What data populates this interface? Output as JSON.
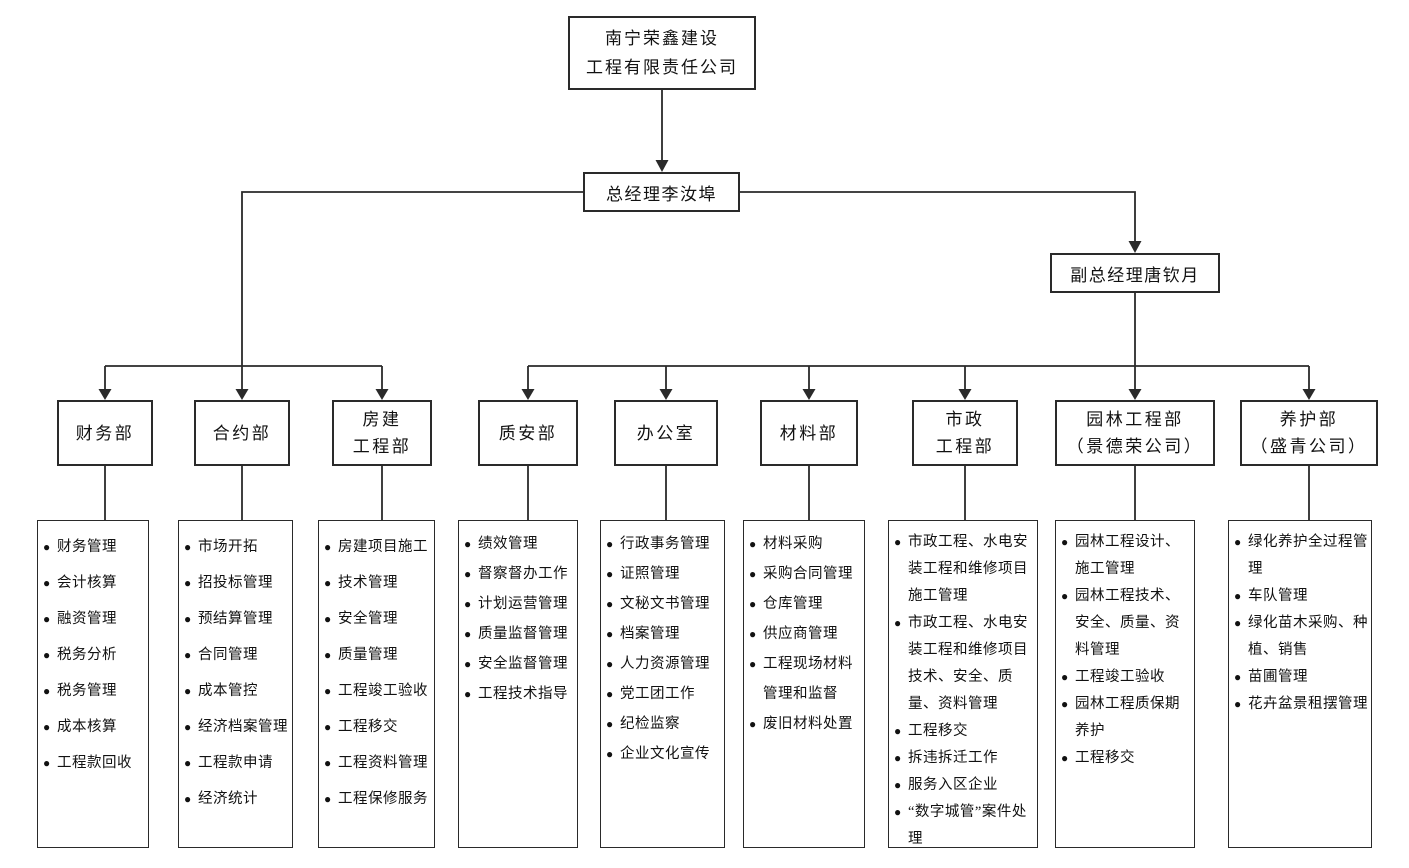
{
  "company": {
    "name_lines": [
      "南宁荣鑫建设",
      "工程有限责任公司"
    ]
  },
  "general_manager": {
    "label": "总经理李汝埠"
  },
  "deputy_general_manager": {
    "label": "副总经理唐钦月"
  },
  "bullet": "●",
  "colors": {
    "line": "#2a2a2a",
    "background": "#ffffff",
    "text": "#111111"
  },
  "departments": [
    {
      "name_lines": [
        "财务部"
      ],
      "duties": [
        "财务管理",
        "会计核算",
        "融资管理",
        "税务分析",
        "税务管理",
        "成本核算",
        "工程款回收"
      ]
    },
    {
      "name_lines": [
        "合约部"
      ],
      "duties": [
        "市场开拓",
        "招投标管理",
        "预结算管理",
        "合同管理",
        "成本管控",
        "经济档案管理",
        "工程款申请",
        "经济统计"
      ]
    },
    {
      "name_lines": [
        "房建",
        "工程部"
      ],
      "duties": [
        "房建项目施工",
        "技术管理",
        "安全管理",
        "质量管理",
        "工程竣工验收",
        "工程移交",
        "工程资料管理",
        "工程保修服务"
      ]
    },
    {
      "name_lines": [
        "质安部"
      ],
      "duties": [
        "绩效管理",
        "督察督办工作",
        "计划运营管理",
        "质量监督管理",
        "安全监督管理",
        "工程技术指导"
      ]
    },
    {
      "name_lines": [
        "办公室"
      ],
      "duties": [
        "行政事务管理",
        "证照管理",
        "文秘文书管理",
        "档案管理",
        "人力资源管理",
        "党工团工作",
        "纪检监察",
        "企业文化宣传"
      ]
    },
    {
      "name_lines": [
        "材料部"
      ],
      "duties": [
        "材料采购",
        "采购合同管理",
        "仓库管理",
        "供应商管理",
        "工程现场材料管理和监督",
        "废旧材料处置"
      ]
    },
    {
      "name_lines": [
        "市政",
        "工程部"
      ],
      "duties": [
        "市政工程、水电安装工程和维修项目施工管理",
        "市政工程、水电安装工程和维修项目技术、安全、质量、资料管理",
        "工程移交",
        "拆违拆迁工作",
        "服务入区企业",
        "“数字城管”案件处理"
      ]
    },
    {
      "name_lines": [
        "园林工程部",
        "（景德荣公司）"
      ],
      "duties": [
        "园林工程设计、施工管理",
        "园林工程技术、安全、质量、资料管理",
        "工程竣工验收",
        "园林工程质保期养护",
        "工程移交"
      ]
    },
    {
      "name_lines": [
        "养护部",
        "（盛青公司）"
      ],
      "duties": [
        "绿化养护全过程管理",
        "车队管理",
        "绿化苗木采购、种植、销售",
        "苗圃管理",
        "花卉盆景租摆管理"
      ]
    }
  ]
}
